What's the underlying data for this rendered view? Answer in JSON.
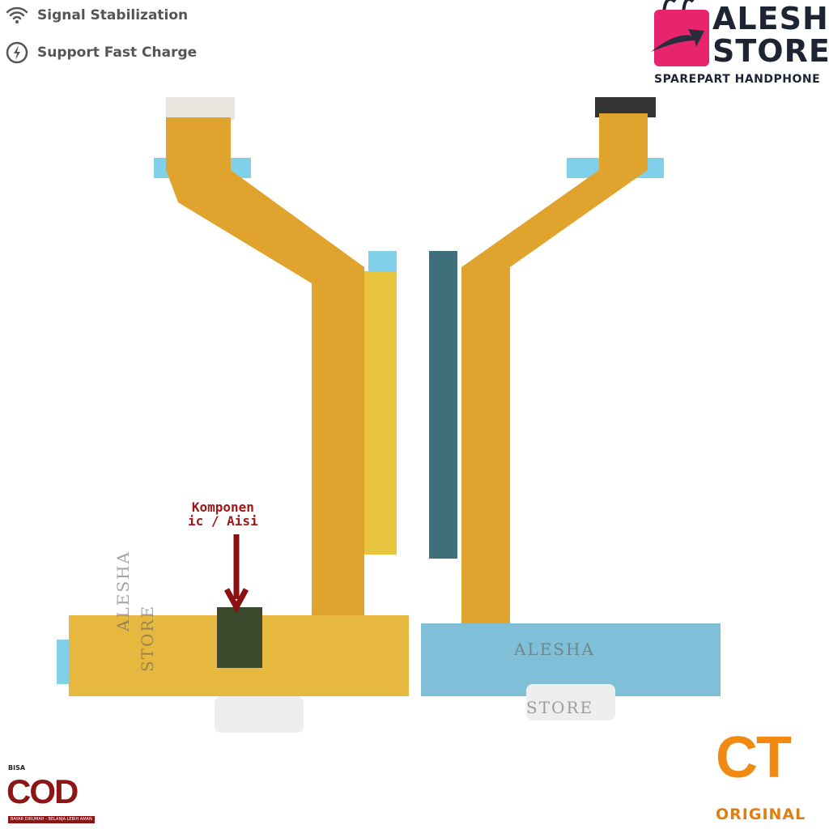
{
  "features": [
    {
      "icon": "wifi-icon",
      "label": "Signal Stabilization"
    },
    {
      "icon": "lightning-icon",
      "label": "Support Fast Charge"
    }
  ],
  "brand": {
    "name_line1": "ALESHA",
    "name_line2": "STORE",
    "tagline": "SPAREPART HANDPHONE",
    "bag_color": "#e8246d",
    "text_color": "#1f2433"
  },
  "annotation": {
    "line1": "Komponen",
    "line2": "ic / Aisi",
    "color": "#a01818"
  },
  "watermarks": [
    "ALESHA",
    "STORE"
  ],
  "badge": {
    "brand": "CT",
    "label": "ORIGINAL",
    "color": "#f08a10"
  },
  "cod": {
    "small": "BISA",
    "big": "COD",
    "caption": "BAYAR DIRUMAH - BELANJA LEBIH AMAN",
    "color": "#8d1515"
  }
}
